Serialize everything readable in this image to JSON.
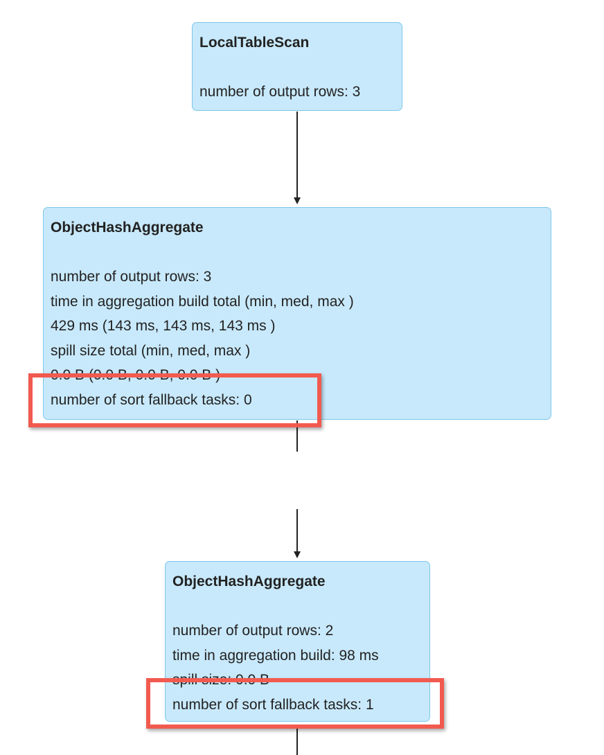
{
  "nodes": {
    "local_table_scan": {
      "title": "LocalTableScan",
      "metrics": [
        "number of output rows: 3"
      ]
    },
    "object_hash_aggregate_1": {
      "title": "ObjectHashAggregate",
      "metrics": [
        "number of output rows: 3",
        "time in aggregation build total (min, med, max )",
        "429 ms (143 ms, 143 ms, 143 ms )",
        "spill size total (min, med, max )",
        "0.0 B (0.0 B, 0.0 B, 0.0 B )",
        "number of sort fallback tasks: 0"
      ]
    },
    "object_hash_aggregate_2": {
      "title": "ObjectHashAggregate",
      "metrics": [
        "number of output rows: 2",
        "time in aggregation build: 98 ms",
        "spill size: 0.0 B",
        "number of sort fallback tasks: 1"
      ]
    }
  },
  "colors": {
    "node_fill": "#c8e9fb",
    "node_border": "#7cc6ec",
    "highlight": "#f25a4f",
    "edge": "#222222"
  }
}
